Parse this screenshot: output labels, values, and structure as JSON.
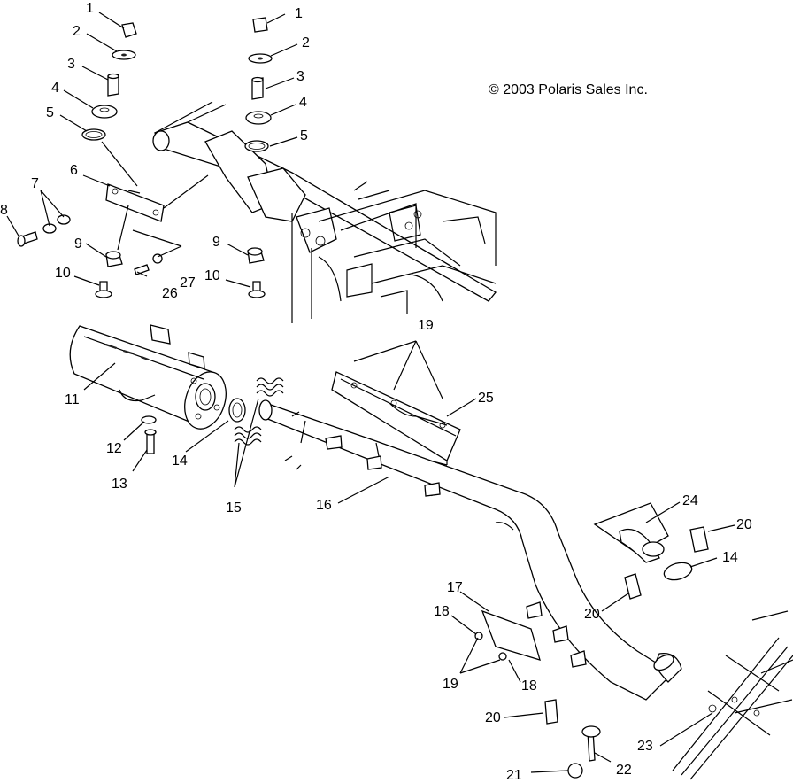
{
  "copyright": "© 2003 Polaris Sales Inc.",
  "callouts": [
    {
      "id": "c1a",
      "text": "1"
    },
    {
      "id": "c2a",
      "text": "2"
    },
    {
      "id": "c3a",
      "text": "3"
    },
    {
      "id": "c4a",
      "text": "4"
    },
    {
      "id": "c5a",
      "text": "5"
    },
    {
      "id": "c1b",
      "text": "1"
    },
    {
      "id": "c2b",
      "text": "2"
    },
    {
      "id": "c3b",
      "text": "3"
    },
    {
      "id": "c4b",
      "text": "4"
    },
    {
      "id": "c5b",
      "text": "5"
    },
    {
      "id": "c6",
      "text": "6"
    },
    {
      "id": "c7",
      "text": "7"
    },
    {
      "id": "c8",
      "text": "8"
    },
    {
      "id": "c9a",
      "text": "9"
    },
    {
      "id": "c9b",
      "text": "9"
    },
    {
      "id": "c10a",
      "text": "10"
    },
    {
      "id": "c10b",
      "text": "10"
    },
    {
      "id": "c26",
      "text": "26"
    },
    {
      "id": "c27",
      "text": "27"
    },
    {
      "id": "c11",
      "text": "11"
    },
    {
      "id": "c12",
      "text": "12"
    },
    {
      "id": "c13",
      "text": "13"
    },
    {
      "id": "c14a",
      "text": "14"
    },
    {
      "id": "c15",
      "text": "15"
    },
    {
      "id": "c16",
      "text": "16"
    },
    {
      "id": "c19a",
      "text": "19"
    },
    {
      "id": "c25",
      "text": "25"
    },
    {
      "id": "c24",
      "text": "24"
    },
    {
      "id": "c20a",
      "text": "20"
    },
    {
      "id": "c14b",
      "text": "14"
    },
    {
      "id": "c20b",
      "text": "20"
    },
    {
      "id": "c17",
      "text": "17"
    },
    {
      "id": "c18a",
      "text": "18"
    },
    {
      "id": "c19b",
      "text": "19"
    },
    {
      "id": "c18b",
      "text": "18"
    },
    {
      "id": "c20c",
      "text": "20"
    },
    {
      "id": "c23",
      "text": "23"
    },
    {
      "id": "c21",
      "text": "21"
    },
    {
      "id": "c22",
      "text": "22"
    }
  ]
}
